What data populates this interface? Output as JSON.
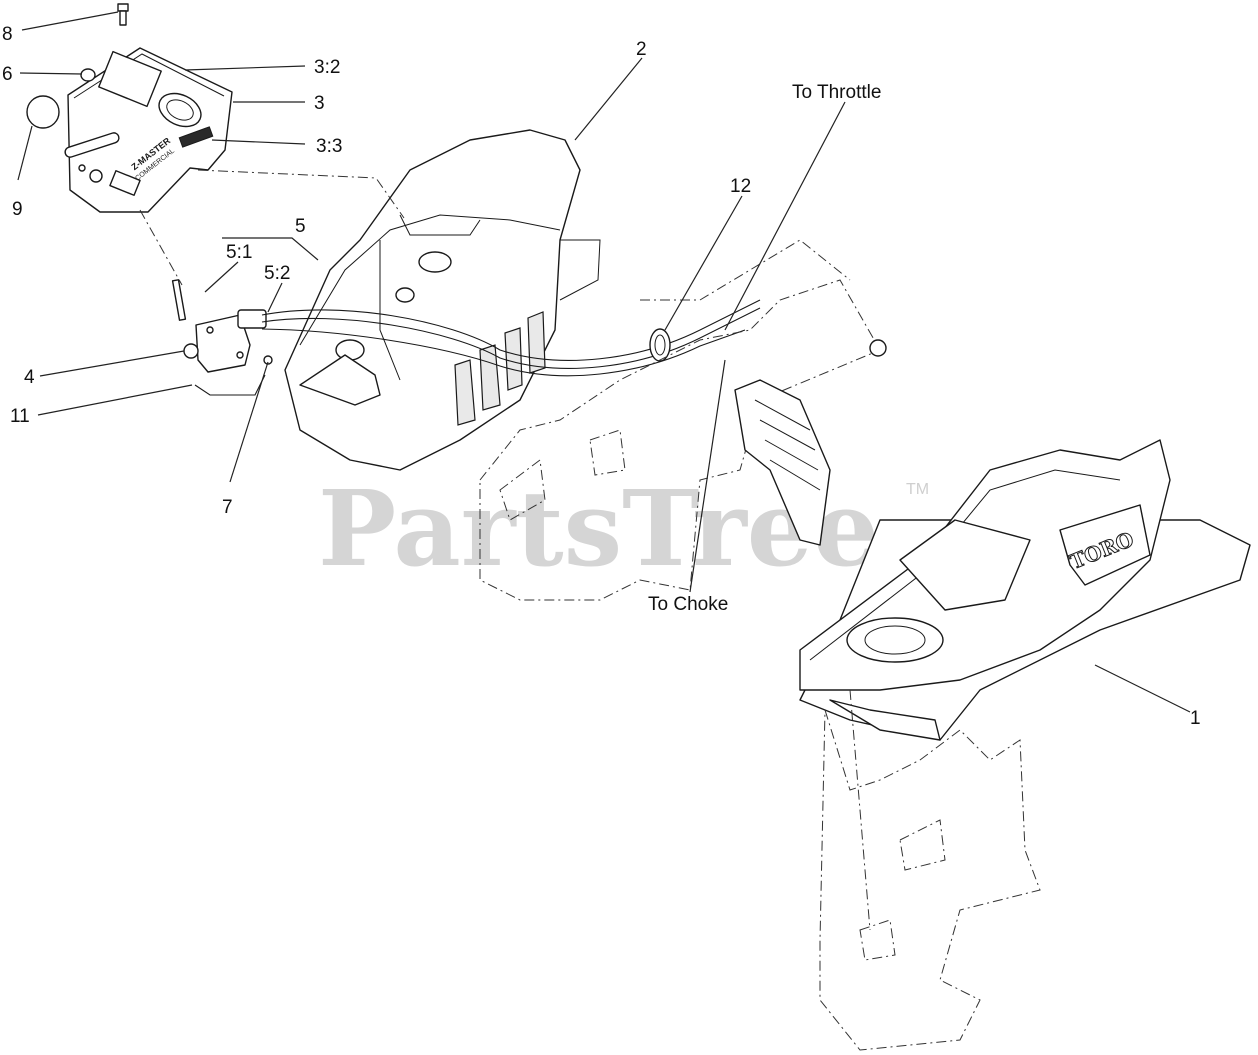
{
  "watermark": {
    "text": "PartsTree",
    "trademark": "TM"
  },
  "brand": {
    "logo": "TORO",
    "panel_line1": "Z-MASTER",
    "panel_line2": "COMMERCIAL"
  },
  "callouts": {
    "c1": "1",
    "c2": "2",
    "c3": "3",
    "c3_2": "3:2",
    "c3_3": "3:3",
    "c4": "4",
    "c5": "5",
    "c5_1": "5:1",
    "c5_2": "5:2",
    "c6": "6",
    "c7": "7",
    "c8": "8",
    "c9": "9",
    "c11": "11",
    "c12": "12",
    "to_throttle": "To Throttle",
    "to_choke": "To Choke"
  }
}
